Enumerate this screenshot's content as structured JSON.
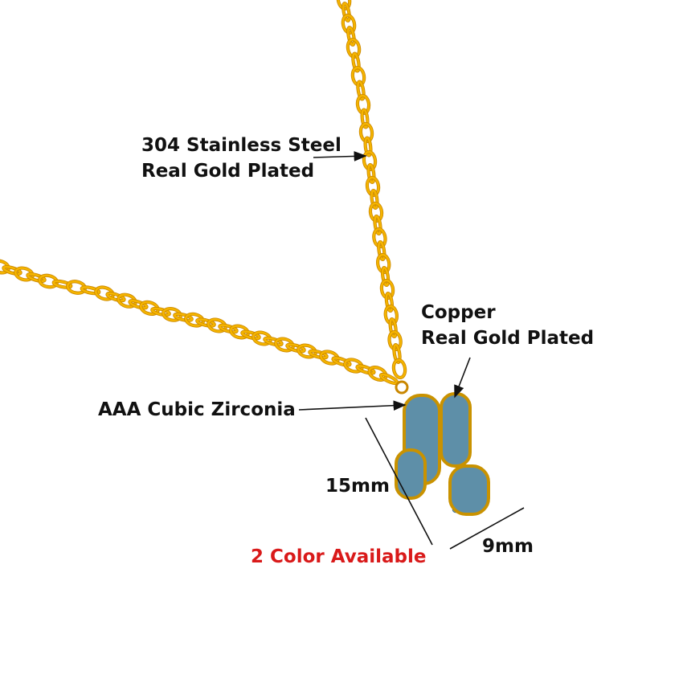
{
  "annotations": {
    "chain_line1": "304 Stainless Steel",
    "chain_line2": "Real Gold Plated",
    "pendant_line1": "Copper",
    "pendant_line2": "Real Gold Plated",
    "stone": "AAA Cubic Zirconia",
    "height": "15mm",
    "width": "9mm",
    "availability": "2 Color Available"
  },
  "colors": {
    "chain": "#f5b400",
    "chain_dark": "#c98700",
    "stone": "#6ba6c9",
    "stone_light": "#9dd0ea",
    "text": "#111111",
    "availability": "#d91a1a"
  }
}
